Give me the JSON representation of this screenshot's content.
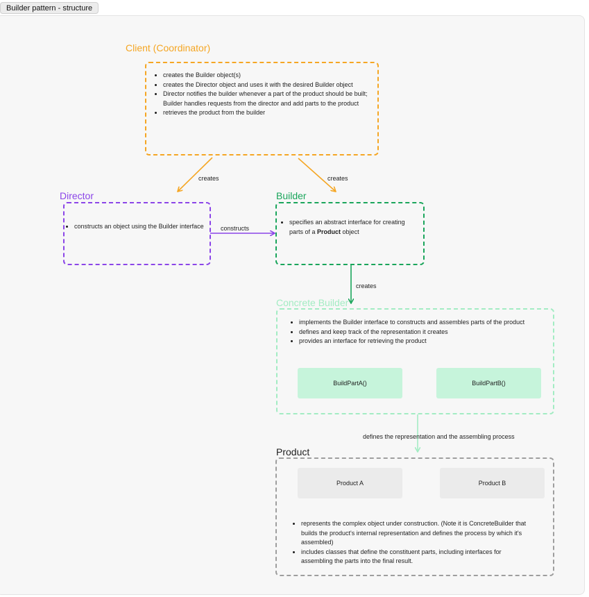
{
  "tab_title": "Builder pattern - structure",
  "colors": {
    "client": "#f5a623",
    "director": "#8b45e8",
    "builder": "#1aa55b",
    "concrete": "#a3ecc3",
    "concrete_fill": "#c6f4db",
    "product": "#9e9e9e",
    "product_fill": "#ebebeb"
  },
  "client": {
    "title": "Client (Coordinator)",
    "items": [
      "creates the Builder object(s)",
      "creates the Director object and uses it with the desired Builder object",
      "Director notifies the builder whenever a part of the product should be built; Builder handles requests from the director and add parts to the product",
      "retrieves the product from the builder"
    ]
  },
  "director": {
    "title": "Director",
    "items": [
      "constructs an object using the Builder interface"
    ]
  },
  "builder": {
    "title": "Builder",
    "item_prefix": "specifies an abstract interface for creating parts of a ",
    "item_bold": "Product",
    "item_suffix": " object"
  },
  "concrete_builder": {
    "title": "Concrete Builder",
    "items": [
      "implements the Builder interface to constructs and assembles parts of the product",
      "defines and keep track of the representation it creates",
      "provides an interface for retrieving the product"
    ],
    "methods": [
      "BuildPartA()",
      "BuildPartB()"
    ]
  },
  "product": {
    "title": "Product",
    "parts": [
      "Product A",
      "Product B"
    ],
    "items": [
      "represents the complex object under construction. (Note it is ConcreteBuilder that builds the product's internal representation and defines the process by which it's assembled)",
      "includes classes that define the constituent parts, including interfaces for assembling the parts into the final result."
    ]
  },
  "edges": {
    "client_director": "creates",
    "client_builder": "creates",
    "director_builder": "constructs",
    "builder_concrete": "creates",
    "concrete_product": "defines the representation and the assembling process"
  }
}
